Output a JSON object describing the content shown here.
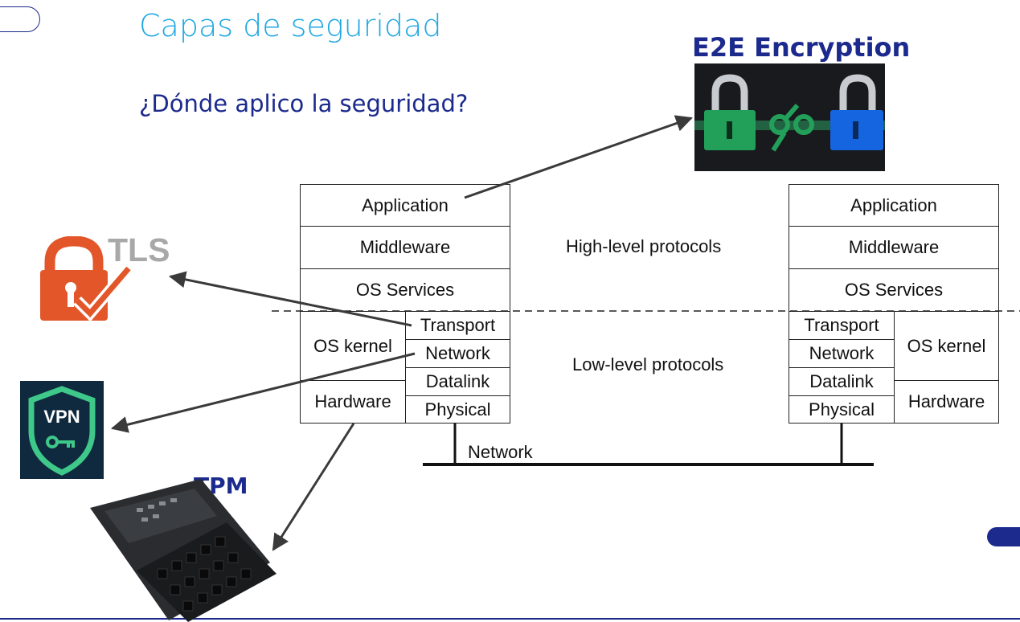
{
  "slide": {
    "title": "Capas de seguridad",
    "subtitle": "¿Dónde aplico la seguridad?"
  },
  "stack_left": {
    "application": "Application",
    "middleware": "Middleware",
    "os_services": "OS Services",
    "os_kernel": "OS kernel",
    "hardware": "Hardware",
    "transport": "Transport",
    "network": "Network",
    "datalink": "Datalink",
    "physical": "Physical"
  },
  "stack_right": {
    "application": "Application",
    "middleware": "Middleware",
    "os_services": "OS Services",
    "os_kernel": "OS kernel",
    "hardware": "Hardware",
    "transport": "Transport",
    "network": "Network",
    "datalink": "Datalink",
    "physical": "Physical"
  },
  "middle": {
    "high_level": "High-level protocols",
    "low_level": "Low-level protocols",
    "network_line": "Network"
  },
  "callouts": {
    "e2e": "E2E Encryption",
    "tls": "TLS",
    "vpn": "VPN",
    "tpm": "TPM"
  },
  "colors": {
    "title": "#1ea7e1",
    "accent": "#1b2a8c",
    "tls_orange": "#e3562a",
    "vpn_green": "#3ec98a",
    "lock_green": "#22a05a",
    "lock_blue": "#1565e0"
  }
}
